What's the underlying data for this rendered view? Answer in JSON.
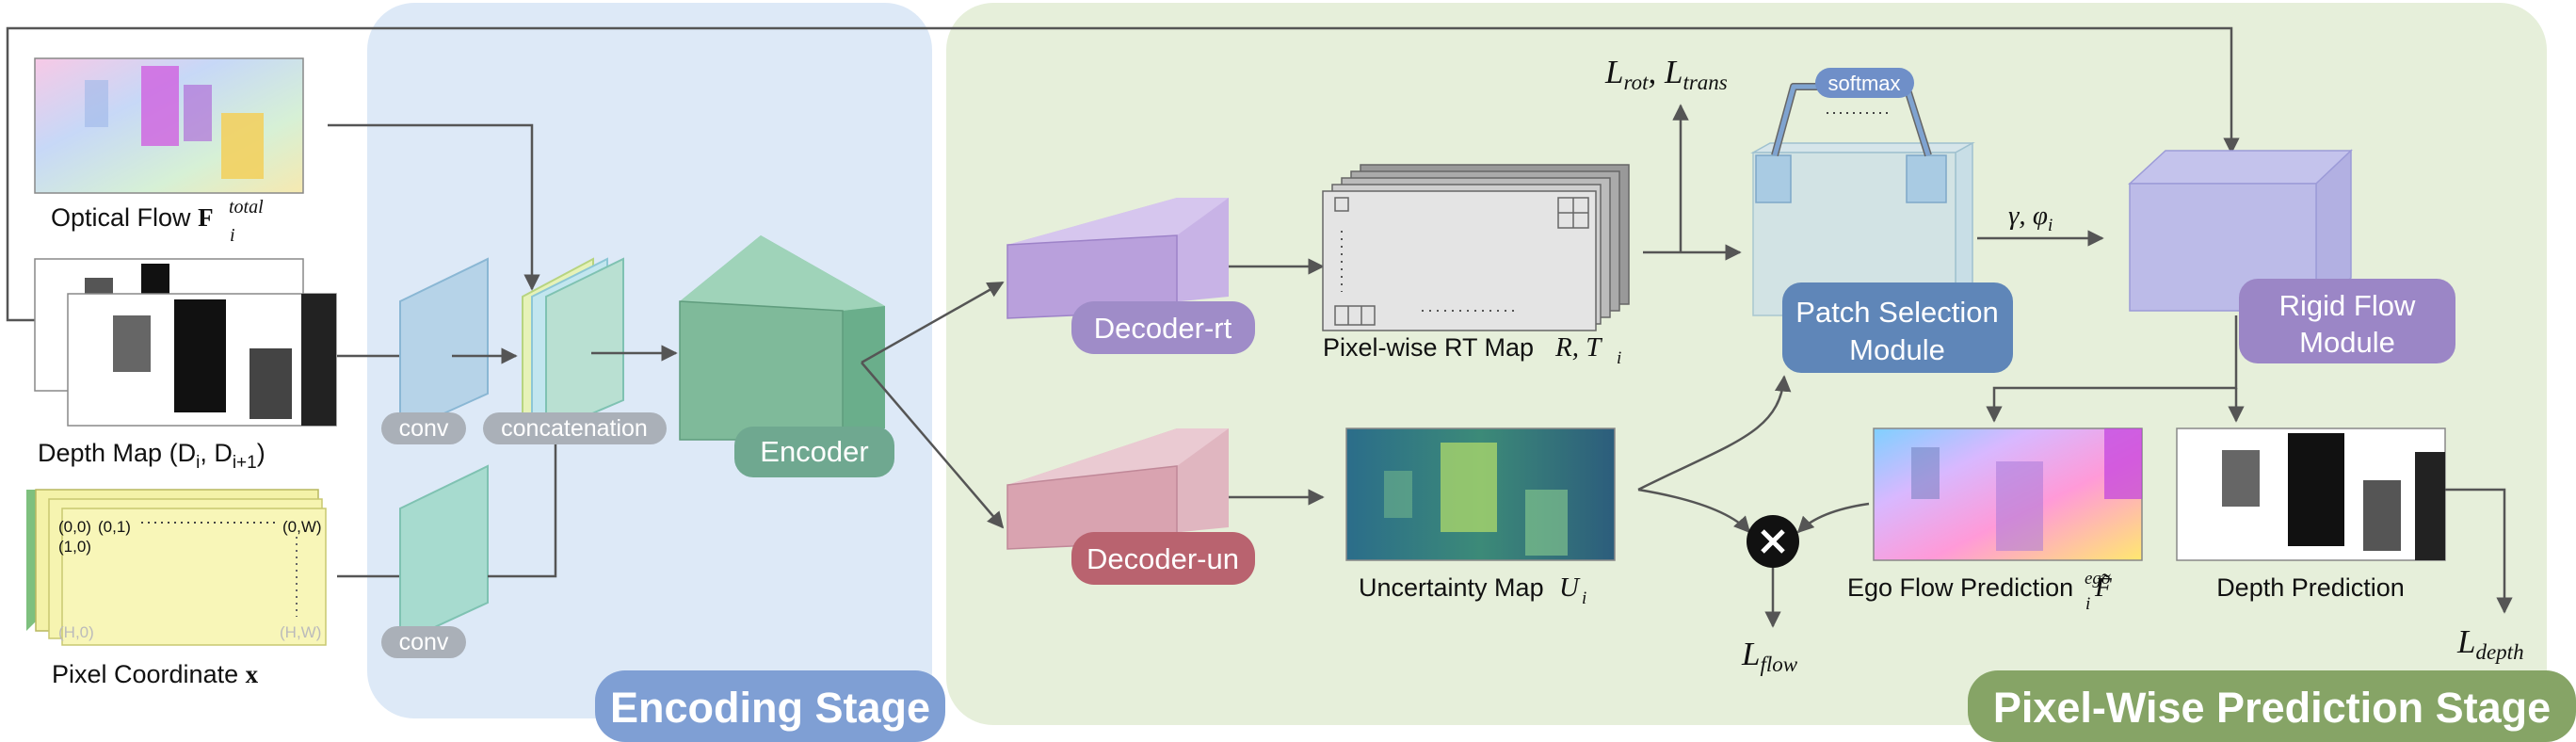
{
  "stages": {
    "encoding": "Encoding Stage",
    "prediction": "Pixel-Wise Prediction Stage"
  },
  "inputs": {
    "optical_flow_prefix": "Optical Flow",
    "optical_flow_symbol": "F",
    "optical_flow_sup": "total",
    "optical_flow_sub": "i",
    "depth_map_label": "Depth Map (D",
    "depth_map_sub1": "i",
    "depth_map_mid": ", D",
    "depth_map_sub2": "i+1",
    "depth_map_end": ")",
    "pixel_coord_prefix": "Pixel Coordinate",
    "pixel_coord_symbol": "x",
    "coord_labels": [
      "(0,0)",
      "(0,1)",
      "(1,0)",
      "(0,W)",
      "(H,0)",
      "(H,W)"
    ]
  },
  "encoding": {
    "conv_top": "conv",
    "conv_bottom": "conv",
    "concatenation": "concatenation",
    "encoder": "Encoder"
  },
  "prediction": {
    "decoder_rt": "Decoder-rt",
    "decoder_un": "Decoder-un",
    "rt_map_prefix": "Pixel-wise RT Map",
    "rt_map_vars": "R, T",
    "rt_map_sub": "i",
    "uncertainty_prefix": "Uncertainty Map",
    "uncertainty_var": "U",
    "uncertainty_sub": "i",
    "softmax": "softmax",
    "patch_selection_line1": "Patch Selection",
    "patch_selection_line2": "Module",
    "rigid_flow_line1": "Rigid Flow",
    "rigid_flow_line2": "Module",
    "gamma_phi": "γ, φ",
    "gamma_phi_sub": "i",
    "loss_rot_trans": "L",
    "loss_rot_sub": "rot",
    "loss_trans_sub": "trans",
    "loss_flow_sub": "flow",
    "loss_depth_sub": "depth",
    "ego_flow_prefix": "Ego Flow Prediction",
    "ego_flow_symbol": "F̃",
    "ego_flow_sup": "ego",
    "ego_flow_sub": "i",
    "depth_prediction": "Depth Prediction"
  },
  "colors": {
    "encoding_bg": "#dde9f7",
    "prediction_bg": "#e6efda",
    "encoding_badge": "#7f9fd4",
    "prediction_badge": "#86a466",
    "decoder_rt": "#b9a0dc",
    "decoder_un": "#d9a3b0",
    "encoder": "#7fba9a",
    "patch_module": "#5f86b8",
    "rigid_module": "#9b86c6"
  }
}
